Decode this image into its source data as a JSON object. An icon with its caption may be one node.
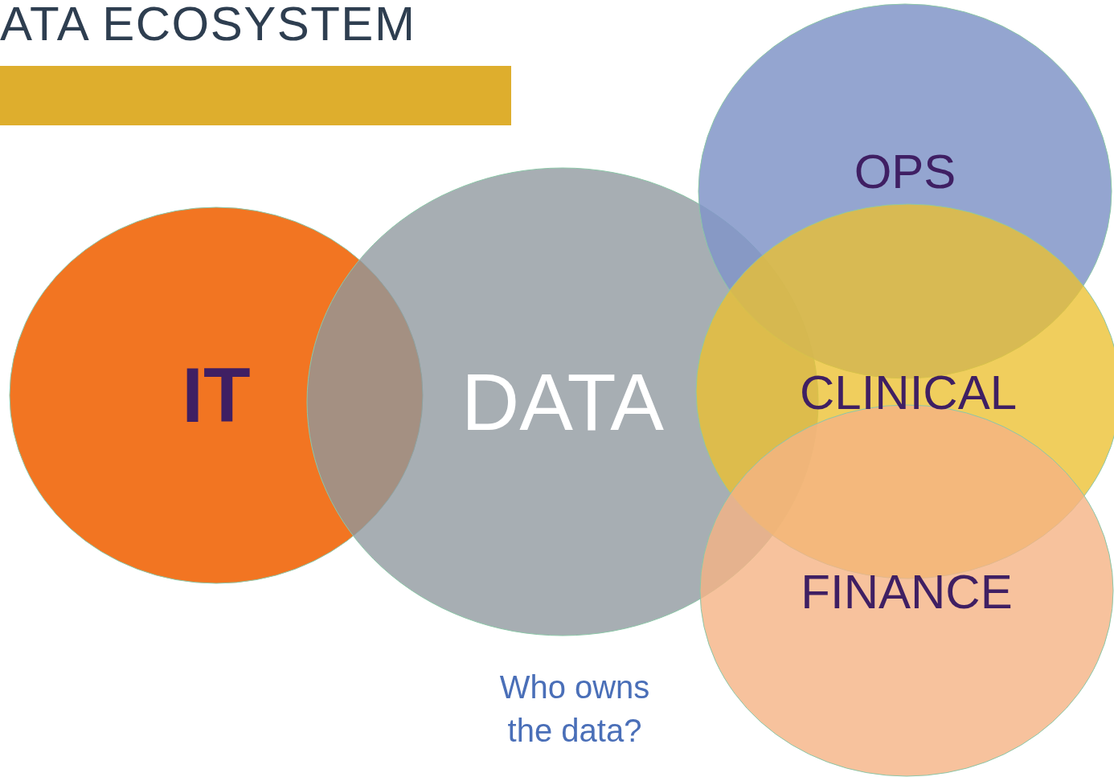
{
  "diagram": {
    "title": "ATA ECOSYSTEM",
    "nodes": [
      {
        "text": [],
        "shape": "bar"
      },
      {
        "text": [
          "IT"
        ]
      },
      {
        "text": [
          "DATA"
        ]
      },
      {
        "text": [
          "OPS"
        ]
      },
      {
        "text": [
          "CLINICAL"
        ]
      },
      {
        "text": [
          "FINANCE"
        ]
      }
    ],
    "labels": [
      "Who owns the data?"
    ]
  }
}
